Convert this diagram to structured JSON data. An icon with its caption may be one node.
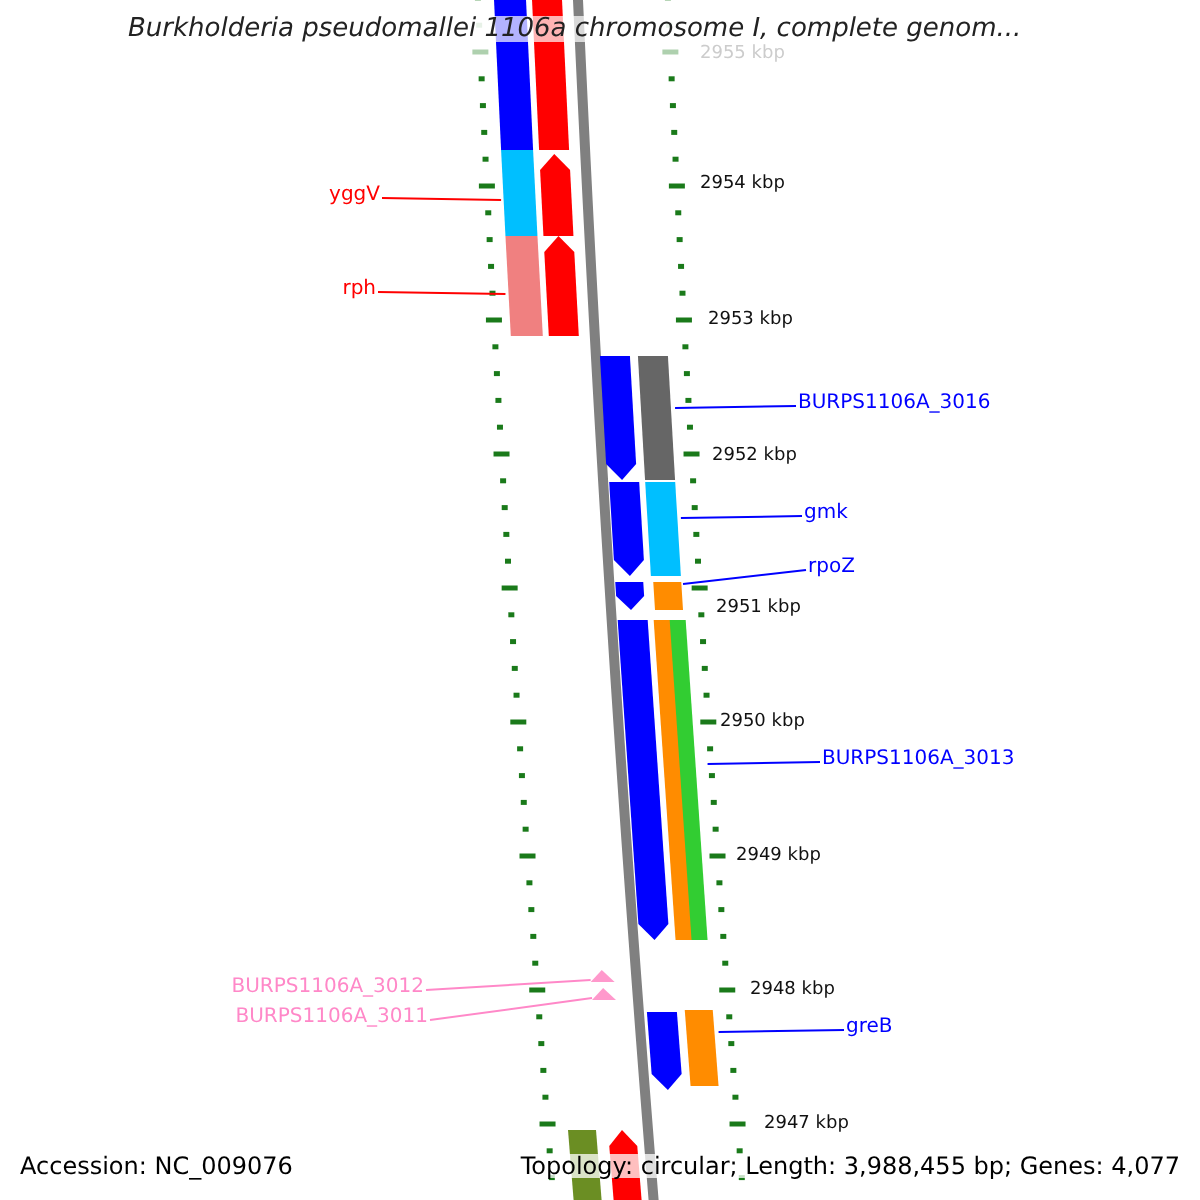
{
  "diagram": {
    "title": "Burkholderia pseudomallei 1106a chromosome I, complete genom...",
    "nodes": [
      {
        "text": [
          "yggV"
        ]
      },
      {
        "text": [
          "rph"
        ]
      },
      {
        "text": [
          "BURPS1106A_3016"
        ]
      },
      {
        "text": [
          "gmk"
        ]
      },
      {
        "text": [
          "rpoZ"
        ]
      },
      {
        "text": [
          "BURPS1106A_3013"
        ]
      },
      {
        "text": [
          "BURPS1106A_3012"
        ]
      },
      {
        "text": [
          "BURPS1106A_3011"
        ]
      },
      {
        "text": [
          "greB"
        ]
      },
      {
        "text": [],
        "shape": "bar"
      },
      {
        "text": [],
        "shape": "bar"
      },
      {
        "text": [],
        "shape": "bar"
      },
      {
        "text": [],
        "shape": "bar"
      },
      {
        "text": [],
        "shape": "bar"
      },
      {
        "text": [],
        "shape": "bar"
      },
      {
        "text": [],
        "shape": "bar"
      },
      {
        "text": [],
        "shape": "bar"
      },
      {
        "text": [],
        "shape": "bar"
      },
      {
        "text": [],
        "shape": "bar"
      },
      {
        "text": [],
        "shape": "bar"
      },
      {
        "text": [],
        "shape": "bar"
      },
      {
        "text": [],
        "shape": "bar"
      },
      {
        "text": [],
        "shape": "bar"
      },
      {
        "text": [],
        "shape": "bar"
      },
      {
        "text": [],
        "shape": "bar"
      },
      {
        "text": [],
        "shape": "bar"
      },
      {
        "text": [],
        "shape": "bar"
      },
      {
        "text": [],
        "shape": "bar"
      },
      {
        "text": [],
        "shape": "bar"
      },
      {
        "text": [],
        "shape": "bar"
      }
    ],
    "edges": [
      {
        "from": 0,
        "to": 11,
        "arrow": "none",
        "color": "#ff0000"
      },
      {
        "from": 1,
        "to": 13,
        "arrow": "none",
        "color": "#ff0000"
      },
      {
        "from": 2,
        "to": 16,
        "arrow": "none"
      },
      {
        "from": 3,
        "to": 18,
        "arrow": "none"
      },
      {
        "from": 4,
        "to": 20,
        "arrow": "none"
      },
      {
        "from": 5,
        "to": 23,
        "arrow": "none"
      },
      {
        "from": 6,
        "to": 24,
        "arrow": "none",
        "color": "#ff88c8"
      },
      {
        "from": 7,
        "to": 25,
        "arrow": "none",
        "color": "#ff88c8"
      },
      {
        "from": 8,
        "to": 27,
        "arrow": "none"
      }
    ],
    "labels": [
      "2955 kbp",
      "2954 kbp",
      "2953 kbp",
      "2952 kbp",
      "2951 kbp",
      "2950 kbp",
      "2949 kbp",
      "2948 kbp",
      "2947 kbp",
      "Accession: NC_009076",
      "Topology: circular; Length: 3,988,455 bp; Genes: 4,077"
    ]
  }
}
